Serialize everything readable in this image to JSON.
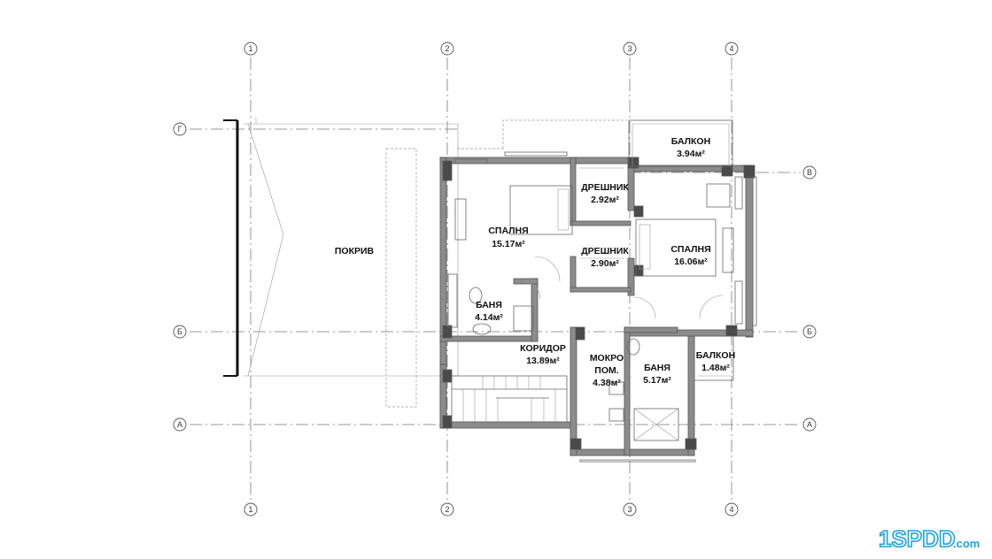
{
  "plan": {
    "roof_label": "ПОКРИВ",
    "axes_vertical": [
      "1",
      "2",
      "3",
      "4"
    ],
    "axes_horizontal": [
      "Г",
      "В",
      "Б",
      "А"
    ],
    "rooms": [
      {
        "id": "bedroom-west",
        "name": "СПАЛНЯ",
        "area": "15.17м²"
      },
      {
        "id": "closet-1",
        "name": "ДРЕШНИК",
        "area": "2.92м²"
      },
      {
        "id": "closet-2",
        "name": "ДРЕШНИК",
        "area": "2.90м²"
      },
      {
        "id": "bedroom-east",
        "name": "СПАЛНЯ",
        "area": "16.06м²"
      },
      {
        "id": "balcony-north",
        "name": "БАЛКОН",
        "area": "3.94м²"
      },
      {
        "id": "bath-west",
        "name": "БАНЯ",
        "area": "4.14м²"
      },
      {
        "id": "corridor",
        "name": "КОРИДОР",
        "area": "13.89м²"
      },
      {
        "id": "wet-room",
        "name": "МОКРО",
        "name2": "ПОМ.",
        "area": "4.38м²"
      },
      {
        "id": "bath-east",
        "name": "БАНЯ",
        "area": "5.17м²"
      },
      {
        "id": "balcony-east",
        "name": "БАЛКОН",
        "area": "1.48м²"
      }
    ]
  },
  "colors": {
    "wall": "#8c8c8c",
    "wall_dark": "#4a4a4a",
    "logo_blue": "#1aa3e8"
  },
  "logo": {
    "text_main": "1SPDD",
    "text_domain": ".com"
  }
}
